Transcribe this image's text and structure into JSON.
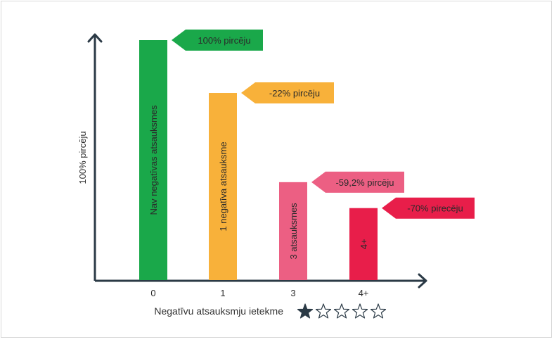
{
  "chart_data": {
    "type": "bar",
    "categories": [
      "0",
      "1",
      "3",
      "4+"
    ],
    "values": [
      100,
      78,
      40.8,
      30
    ],
    "bar_labels": [
      "Nav negatīvas atsauksmes",
      "1 negatīva atsauksme",
      "3 atsauksmes",
      "4+"
    ],
    "callouts": [
      "100% pircēju",
      "-22% pircēju",
      "-59,2% pircēju",
      "-70% pirecēju"
    ],
    "colors": [
      "#1aa84a",
      "#f8b13a",
      "#ec5f83",
      "#e81e4a"
    ],
    "axis_color": "#2b3a46",
    "ylabel": "100% pircēju",
    "xlabel": "Negatīvu atsauksmju ietekme",
    "ylim": [
      0,
      100
    ],
    "rating": {
      "filled": 1,
      "total": 5
    }
  }
}
